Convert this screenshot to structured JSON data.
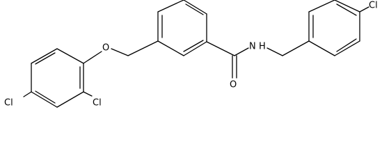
{
  "molecule": {
    "labels": {
      "oxygen_ether": "O",
      "oxygen_carbonyl": "O",
      "nitrogen_amide": "N",
      "hydrogen_amide": "H",
      "chlorine_ring1_top": "Cl",
      "chlorine_ring1_bottom": "Cl",
      "chlorine_ring3": "Cl"
    }
  }
}
